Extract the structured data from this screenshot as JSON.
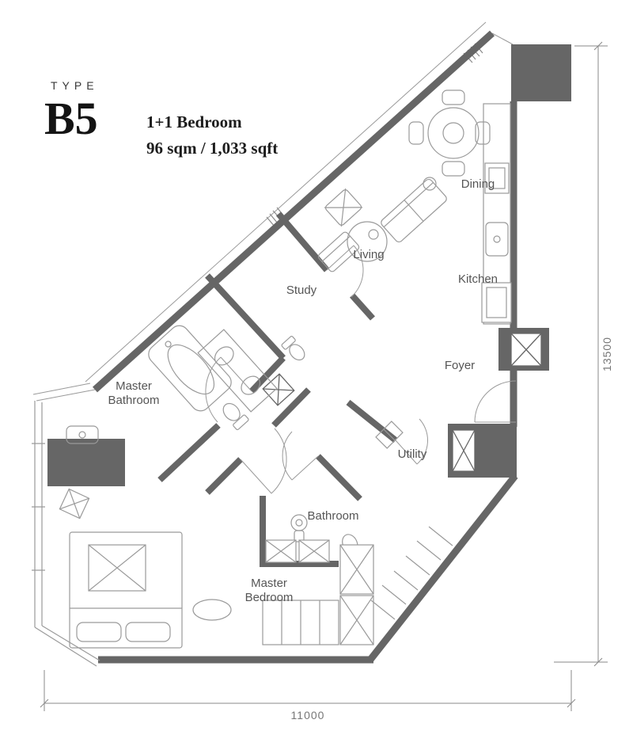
{
  "header": {
    "type_label": "TYPE",
    "unit_code": "B5",
    "unit_type": "1+1 Bedroom",
    "unit_area": "96 sqm / 1,033 sqft"
  },
  "rooms": {
    "dining": "Dining",
    "kitchen": "Kitchen",
    "living": "Living",
    "study": "Study",
    "foyer": "Foyer",
    "master_bathroom_line1": "Master",
    "master_bathroom_line2": "Bathroom",
    "utility": "Utility",
    "bathroom": "Bathroom",
    "master_bedroom_line1": "Master",
    "master_bedroom_line2": "Bedroom"
  },
  "dimensions": {
    "vertical": "13500",
    "horizontal": "11000"
  },
  "colors": {
    "wall": "#666666",
    "furniture_line": "#999999",
    "label": "#555555",
    "dimension": "#777777"
  }
}
